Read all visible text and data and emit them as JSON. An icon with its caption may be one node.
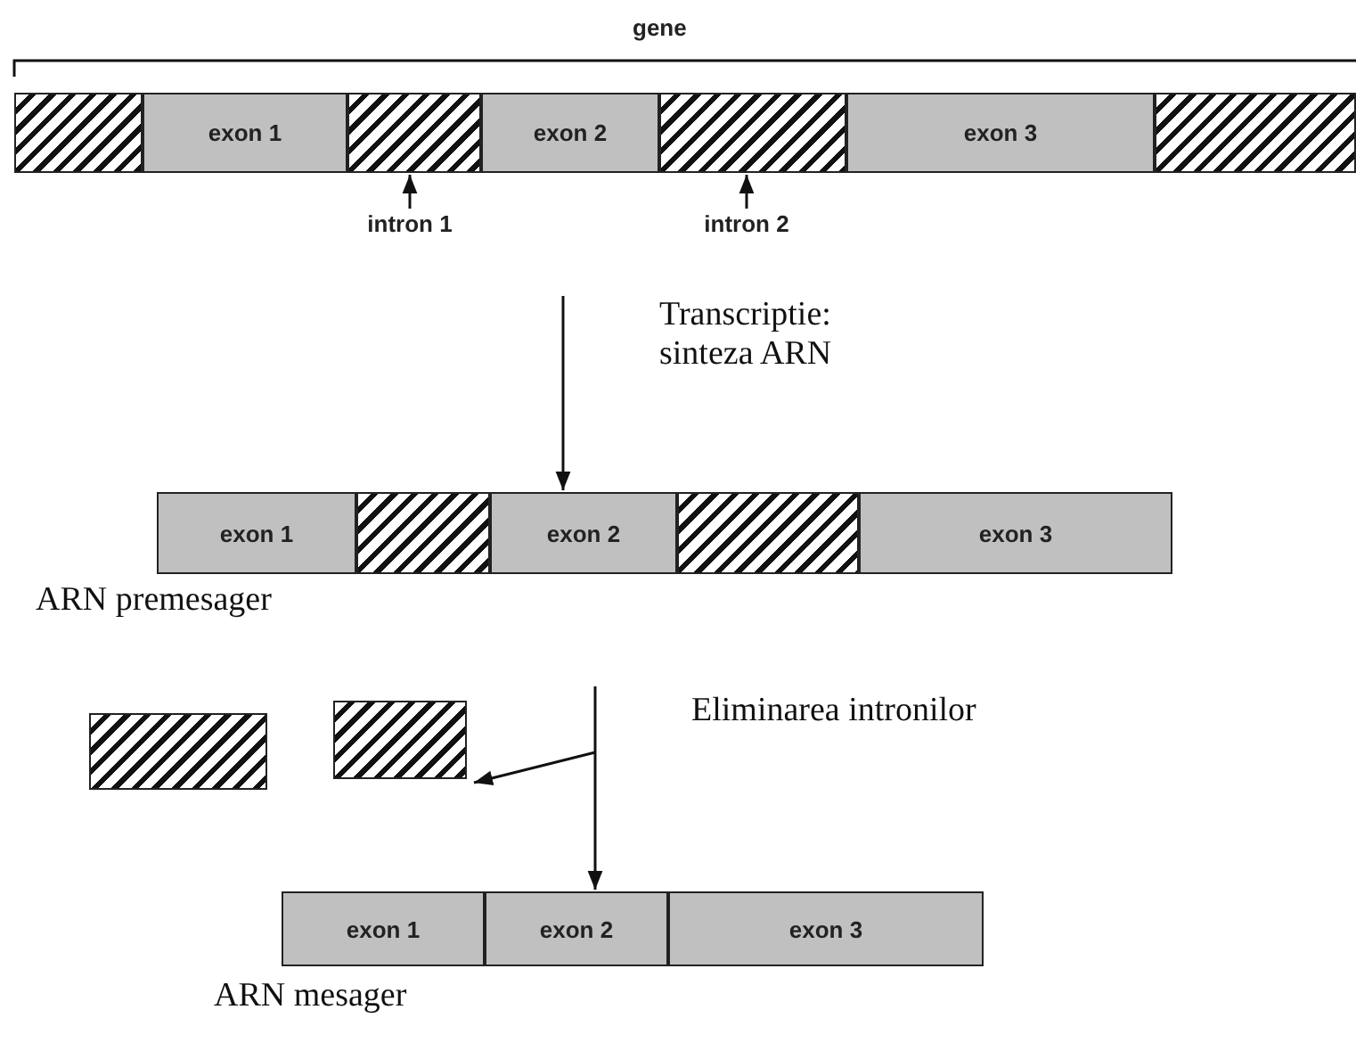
{
  "diagram": {
    "nodes": [
      {
        "text": [],
        "shape": "box"
      },
      {
        "text": [
          "exon 1"
        ]
      },
      {
        "text": [],
        "shape": "box"
      },
      {
        "text": [
          "exon 2"
        ]
      },
      {
        "text": [],
        "shape": "box"
      },
      {
        "text": [
          "exon 3"
        ]
      },
      {
        "text": [],
        "shape": "box"
      },
      {
        "text": [
          "intron 1"
        ]
      },
      {
        "text": [
          "intron 2"
        ]
      },
      {
        "text": [
          "exon 1"
        ]
      },
      {
        "text": [],
        "shape": "box"
      },
      {
        "text": [
          "exon 2"
        ]
      },
      {
        "text": [],
        "shape": "box"
      },
      {
        "text": [
          "exon 3"
        ]
      },
      {
        "text": [],
        "shape": "box"
      },
      {
        "text": [],
        "shape": "box"
      },
      {
        "text": [
          "exon 1"
        ]
      },
      {
        "text": [
          "exon 2"
        ]
      },
      {
        "text": [
          "exon 3"
        ]
      }
    ],
    "edges": [
      {
        "from": 7,
        "to": 2,
        "arrow": "to"
      },
      {
        "from": 8,
        "to": 4,
        "arrow": "to"
      },
      {
        "from": null,
        "to": 11,
        "arrow": "to",
        "label": "Transcriptie: sinteza ARN"
      },
      {
        "from": null,
        "to": 15,
        "arrow": "to"
      },
      {
        "from": null,
        "to": 17,
        "arrow": "to",
        "label": "Eliminarea intronilor"
      }
    ],
    "labels": [
      "gene",
      "ARN premesager",
      "ARN mesager"
    ]
  }
}
